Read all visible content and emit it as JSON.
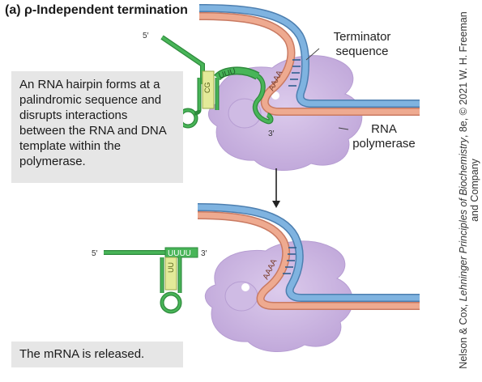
{
  "title": "(a) ρ-Independent termination",
  "labels": {
    "terminator_line1": "Terminator",
    "terminator_line2": "sequence",
    "rnap_line1": "RNA",
    "rnap_line2": "polymerase",
    "five_prime_top": "5′",
    "three_prime_top": "3′",
    "five_prime_bottom": "5′",
    "three_prime_bottom": "3′",
    "hairpin_top_uuu": "UUU",
    "hairpin_top_stem": "CG",
    "hairpin_bottom_uuuu": "UUUU",
    "hairpin_bottom_stem": "UU",
    "aaaa_top": "AAAA",
    "aaaa_bottom": "AAAA"
  },
  "captions": {
    "step1": "An RNA hairpin forms at a palindromic sequence and disrupts interactions between the RNA and DNA template within the polymerase.",
    "step2": "The mRNA is released."
  },
  "credit": {
    "line1_prefix": "Nelson & Cox, ",
    "line1_italic": "Lehninger Principles of Biochemistry",
    "line1_suffix": ", 8e, © 2021 W. H. Freeman",
    "line2": "and Company"
  },
  "colors": {
    "dna_blue": "#6fa8d8",
    "dna_salmon": "#e8a187",
    "rna_green": "#3aa84a",
    "stem_yellow": "#e3ea99",
    "polymerase": "#c9b3df"
  }
}
